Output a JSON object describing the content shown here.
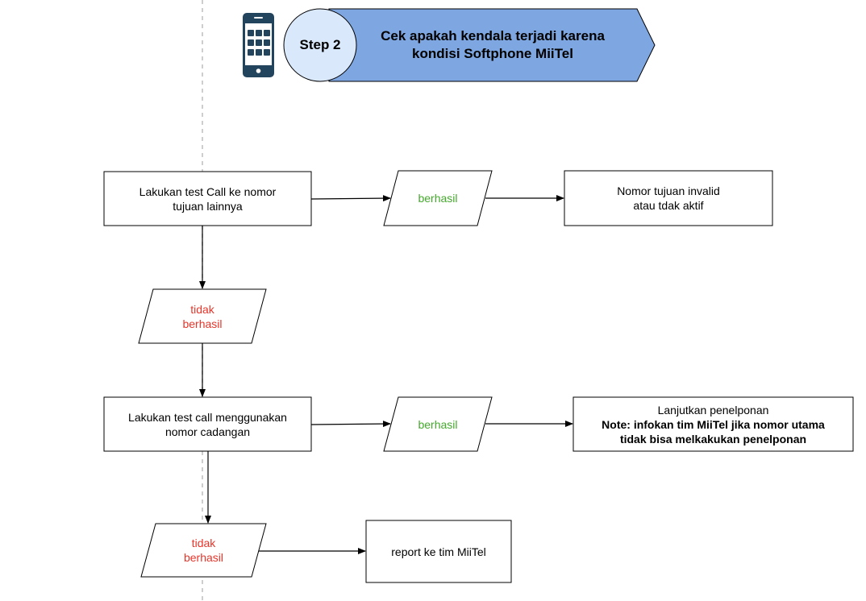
{
  "colors": {
    "header_arrow_fill": "#7ea6e0",
    "step_circle_fill": "#dae8fc",
    "phone_icon": "#23445d",
    "success_text": "#44aa2c",
    "fail_text": "#e8352a",
    "dashed_line": "#bdbdbd"
  },
  "header": {
    "step_label": "Step 2",
    "title_line1": "Cek apakah kendala terjadi karena",
    "title_line2": "kondisi Softphone MiiTel",
    "icon": "mobile-phone-icon"
  },
  "nodes": {
    "test_call_other": {
      "line1": "Lakukan test Call ke nomor",
      "line2": "tujuan lainnya"
    },
    "success_1": {
      "label": "berhasil"
    },
    "invalid_number": {
      "line1": "Nomor tujuan invalid",
      "line2": "atau tdak aktif"
    },
    "fail_1": {
      "line1": "tidak",
      "line2": "berhasil"
    },
    "test_call_backup": {
      "line1": "Lakukan test call menggunakan",
      "line2": "nomor cadangan"
    },
    "success_2": {
      "label": "berhasil"
    },
    "continue_call": {
      "line1": "Lanjutkan penelponan",
      "line2": "Note: infokan tim MiiTel jika nomor utama",
      "line3": "tidak bisa melkakukan penelponan"
    },
    "fail_2": {
      "line1": "tidak",
      "line2": "berhasil"
    },
    "report": {
      "label": "report ke tim MiiTel"
    }
  }
}
